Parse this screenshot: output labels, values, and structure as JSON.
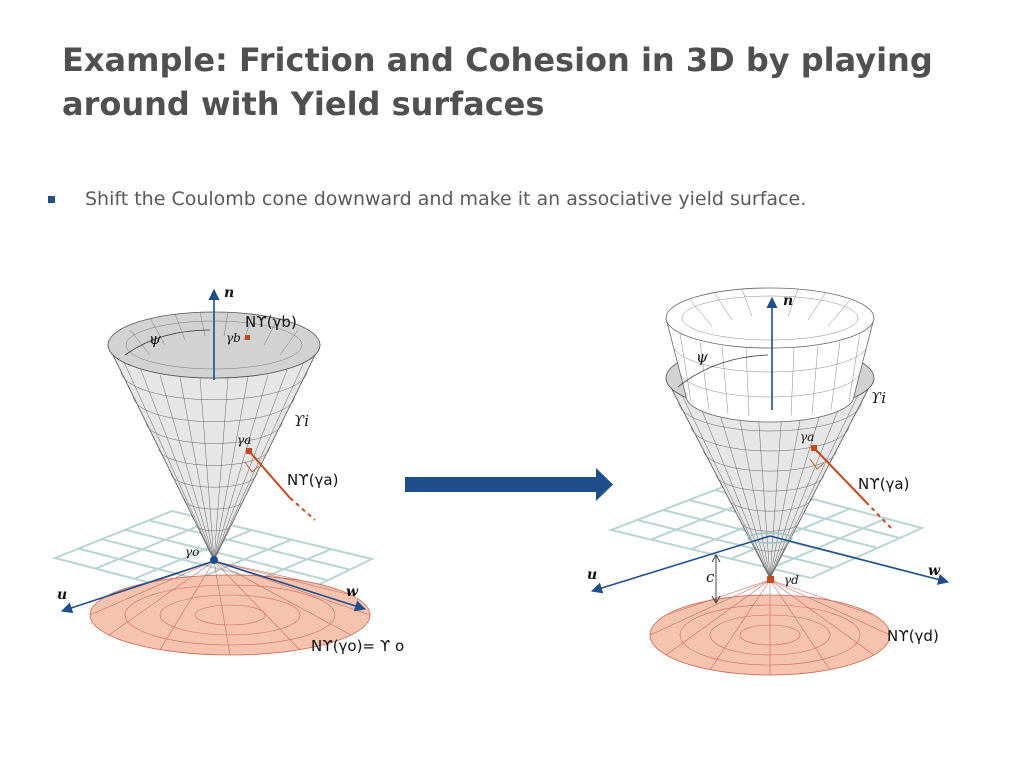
{
  "slide": {
    "title": "Example: Friction and Cohesion in 3D by playing around with Yield surfaces",
    "bullet": "Shift the Coulomb cone downward and make it an associative yield surface."
  },
  "colors": {
    "title": "#505050",
    "bullet_marker": "#1f4e8c",
    "arrow": "#1f4e8c",
    "axis": "#1f4e8c",
    "cone_fill": "#e6e6e6",
    "normal_cone_fill": "#f6c3ae",
    "grid_plane": "#b9d4d4",
    "normal_vector": "#c8491c"
  },
  "left_figure": {
    "axis_n": "n",
    "axis_u": "u",
    "axis_w": "w",
    "angle_psi": "ψ",
    "surface_label": "ϒi",
    "point_b": "γb",
    "point_a": "γa",
    "point_o": "γo",
    "normal_b": "Nϒ(γb)",
    "normal_a": "Nϒ(γa)",
    "normal_o": "Nϒ(γo)= ϒ o"
  },
  "right_figure": {
    "axis_n": "n",
    "axis_u": "u",
    "axis_w": "w",
    "angle_psi": "ψ",
    "surface_label": "ϒi",
    "point_a": "γa",
    "point_d": "γd",
    "cohesion": "c",
    "normal_a": "Nϒ(γa)",
    "normal_d": "Nϒ(γd)"
  }
}
